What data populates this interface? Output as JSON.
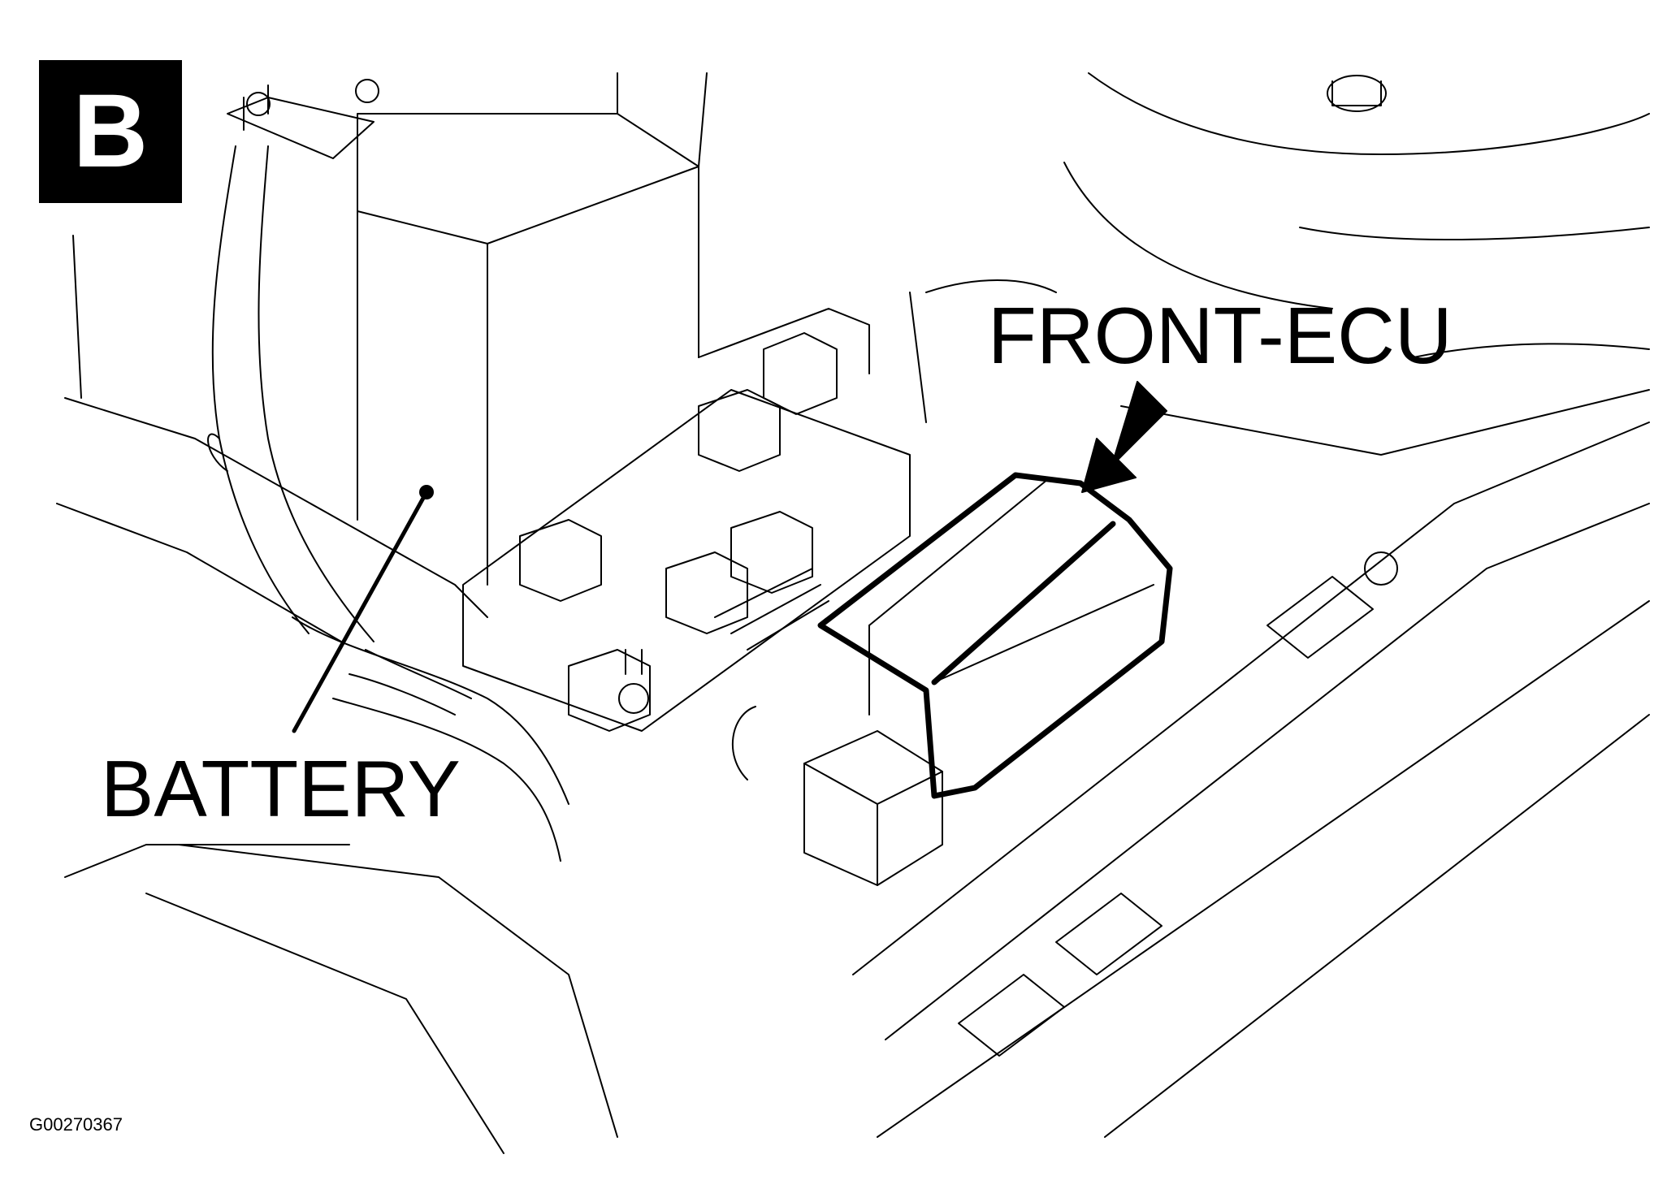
{
  "figure": {
    "view_letter": "B",
    "labels": {
      "front_ecu": "FRONT-ECU",
      "battery": "BATTERY"
    },
    "figure_id": "G00270367"
  },
  "colors": {
    "ink": "#000000",
    "paper": "#ffffff"
  },
  "icons": {
    "callout_arrow": "arrow-down-left-icon",
    "leader_dot": "leader-dot-icon"
  }
}
